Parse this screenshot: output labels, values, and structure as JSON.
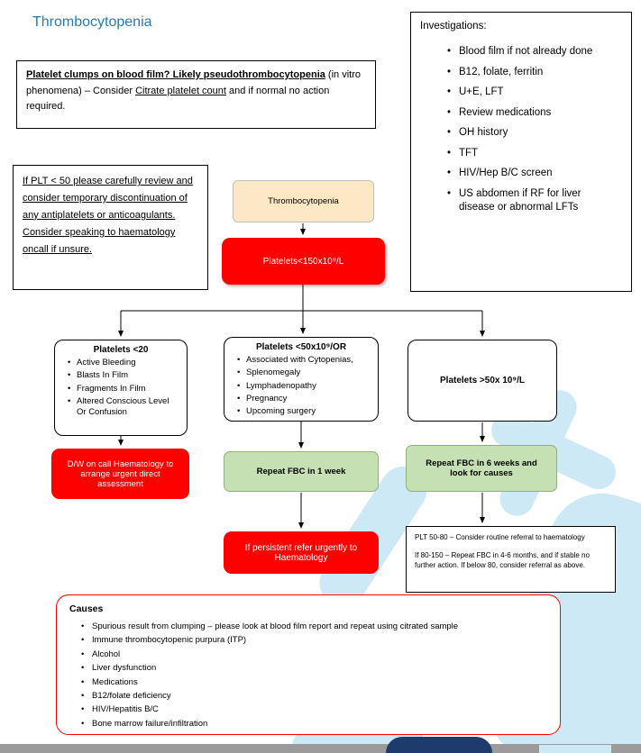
{
  "colors": {
    "title-blue": "#2879AD",
    "action-red": "#FE0000",
    "green-fill": "#C5E0B3",
    "green-border": "#94AF77",
    "root-fill": "#FCE8C4",
    "root-border": "#BFBFBF",
    "causes-border": "#FF0000",
    "watermark-blue": "#CDE9F5",
    "watermark-navy": "#1E3B6E",
    "footer-grey": "#9B9B9B"
  },
  "title": "Thrombocytopenia",
  "clump_note": {
    "bold_underline": "Platelet clumps on blood film? Likely pseudothrombocytopenia",
    "normal_1": " (in vitro phenomena) – Consider ",
    "underline": "Citrate platelet count",
    "normal_2": " and if normal no action required."
  },
  "investigations": {
    "title": "Investigations:",
    "items": [
      "Blood film if not already done",
      "B12, folate, ferritin",
      "U+E, LFT",
      "Review medications",
      "OH history",
      "TFT",
      "HIV/Hep B/C screen",
      "US abdomen if RF for liver disease or abnormal LFTs"
    ]
  },
  "plt_caution": "If PLT < 50 please carefully review and consider temporary discontinuation of any antiplatelets or anticoagulants. Consider speaking to haematology oncall if unsure.",
  "flow": {
    "root": "Thrombocytopenia",
    "level1": "Platelets<150x10⁹/L",
    "branch_left": {
      "title": "Platelets <20",
      "items": [
        "Active Bleeding",
        "Blasts In Film",
        "Fragments In Film",
        "Altered Conscious Level Or Confusion"
      ]
    },
    "branch_mid": {
      "title": "Platelets <50x10⁹/OR",
      "items": [
        "Associated with Cytopenias,",
        "Splenomegaly",
        "Lymphadenopathy",
        "Pregnancy",
        "Upcoming surgery"
      ]
    },
    "branch_right": {
      "title": "Platelets >50x 10⁹/L"
    },
    "action_left": "D/W on call Haematology to arrange urgent direct assessment",
    "action_mid": "Repeat FBC in 1 week",
    "action_right": "Repeat FBC in 6 weeks and look for causes",
    "escalation_mid": "If persistent refer urgently to Haematology",
    "followup_note": {
      "line1": "PLT 50-80 – Consider routine referral to haematology",
      "line2": "If 80-150 – Repeat FBC in 4-6 months, and if stable no further action. If below 80, consider referral as above."
    }
  },
  "causes": {
    "title": "Causes",
    "items": [
      "Spurious result from clumping – please look at blood film report and repeat using citrated sample",
      "Immune thrombocytopenic purpura (ITP)",
      "Alcohol",
      "Liver dysfunction",
      "Medications",
      "B12/folate deficiency",
      "HIV/Hepatitis B/C",
      "Bone marrow failure/infiltration"
    ]
  }
}
